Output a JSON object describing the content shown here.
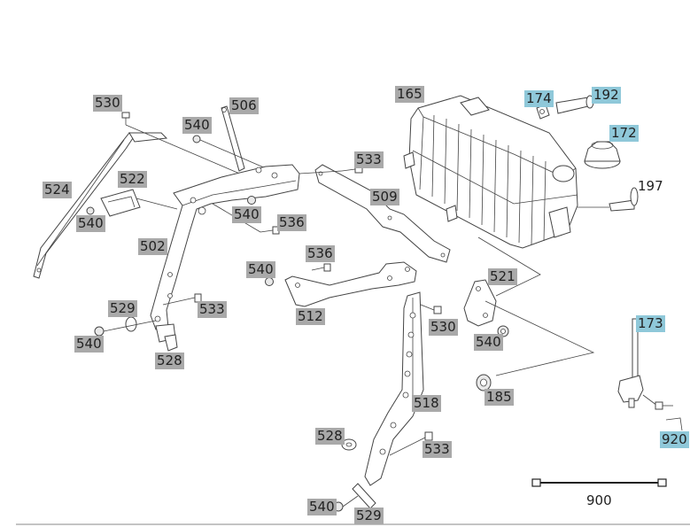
{
  "diagram": {
    "callouts": [
      {
        "id": "c530a",
        "text": "530",
        "style": "grey"
      },
      {
        "id": "c506",
        "text": "506",
        "style": "grey"
      },
      {
        "id": "c540a",
        "text": "540",
        "style": "grey"
      },
      {
        "id": "c524",
        "text": "524",
        "style": "grey"
      },
      {
        "id": "c522",
        "text": "522",
        "style": "grey"
      },
      {
        "id": "c540b",
        "text": "540",
        "style": "grey"
      },
      {
        "id": "c540c",
        "text": "540",
        "style": "grey"
      },
      {
        "id": "c536a",
        "text": "536",
        "style": "grey"
      },
      {
        "id": "c502",
        "text": "502",
        "style": "grey"
      },
      {
        "id": "c533a",
        "text": "533",
        "style": "grey"
      },
      {
        "id": "c509",
        "text": "509",
        "style": "grey"
      },
      {
        "id": "c165",
        "text": "165",
        "style": "grey"
      },
      {
        "id": "c174",
        "text": "174",
        "style": "blue"
      },
      {
        "id": "c192",
        "text": "192",
        "style": "blue"
      },
      {
        "id": "c172",
        "text": "172",
        "style": "blue"
      },
      {
        "id": "c197",
        "text": "197",
        "style": "grey"
      },
      {
        "id": "c536b",
        "text": "536",
        "style": "grey"
      },
      {
        "id": "c540d",
        "text": "540",
        "style": "grey"
      },
      {
        "id": "c512",
        "text": "512",
        "style": "grey"
      },
      {
        "id": "c521",
        "text": "521",
        "style": "grey"
      },
      {
        "id": "c529a",
        "text": "529",
        "style": "grey"
      },
      {
        "id": "c533b",
        "text": "533",
        "style": "grey"
      },
      {
        "id": "c540e",
        "text": "540",
        "style": "grey"
      },
      {
        "id": "c528a",
        "text": "528",
        "style": "grey"
      },
      {
        "id": "c530b",
        "text": "530",
        "style": "grey"
      },
      {
        "id": "c540f",
        "text": "540",
        "style": "grey"
      },
      {
        "id": "c173",
        "text": "173",
        "style": "blue"
      },
      {
        "id": "c185",
        "text": "185",
        "style": "grey"
      },
      {
        "id": "c518",
        "text": "518",
        "style": "grey"
      },
      {
        "id": "c528b",
        "text": "528",
        "style": "grey"
      },
      {
        "id": "c533c",
        "text": "533",
        "style": "grey"
      },
      {
        "id": "c920",
        "text": "920",
        "style": "blue"
      },
      {
        "id": "c540g",
        "text": "540",
        "style": "grey"
      },
      {
        "id": "c529b",
        "text": "529",
        "style": "grey"
      },
      {
        "id": "c900",
        "text": "900",
        "style": "plain"
      }
    ],
    "colors": {
      "callout_grey": "#a9a9a9",
      "callout_blue": "#8fc8d9",
      "line": "#444444"
    }
  }
}
